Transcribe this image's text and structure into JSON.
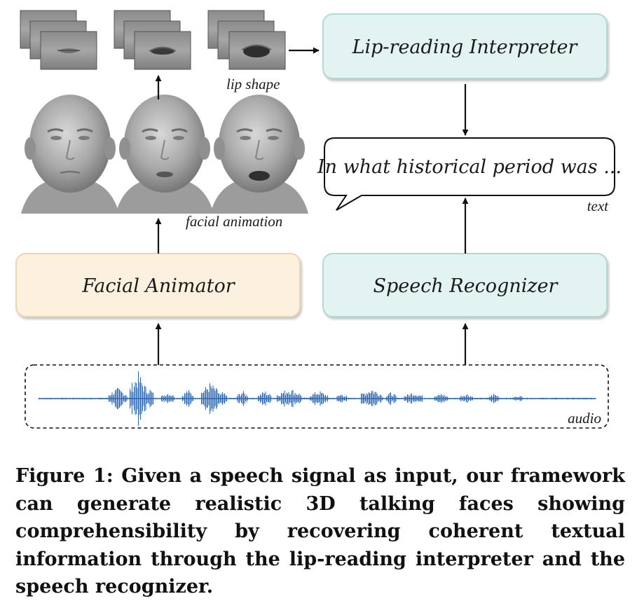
{
  "diagram": {
    "lip_reading_interpreter": "Lip-reading Interpreter",
    "speech_bubble_text": "In what historical period was ...",
    "text_label": "text",
    "lip_shape_label": "lip shape",
    "facial_animation_label": "facial animation",
    "facial_animator": "Facial Animator",
    "speech_recognizer": "Speech Recognizer",
    "audio_label": "audio"
  },
  "colors": {
    "teal_box_fill": "#e2f3f1",
    "teal_box_border": "#b4d9d4",
    "cream_box_fill": "#fbf1de",
    "cream_box_border": "#e6d6b2",
    "waveform": "#2a66b0",
    "face_gray": "#9a9a9a",
    "arrow": "#111111"
  },
  "caption": "Figure 1: Given a speech signal as input, our framework can generate realistic 3D talking faces showing comprehensibility by recovering coherent textual information through the lip-reading interpreter and the speech recognizer."
}
